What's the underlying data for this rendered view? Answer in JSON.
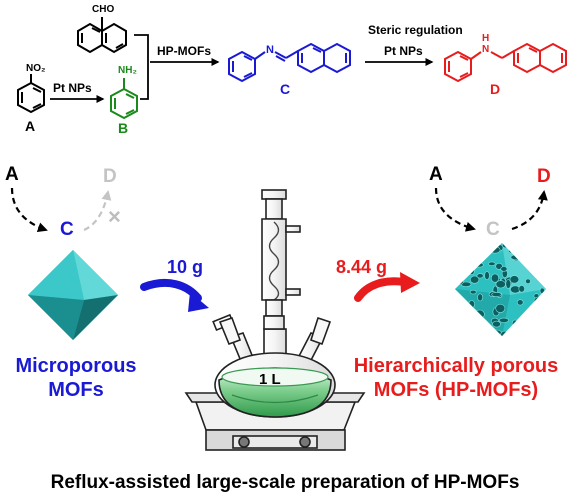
{
  "colors": {
    "blue": "#1a1ad4",
    "green": "#1a8a1a",
    "red": "#e81c1c",
    "gray": "#c4c4c4",
    "teal": "#27b8b8",
    "flask_green": "#4db86a"
  },
  "reaction": {
    "label_a": "A",
    "label_b": "B",
    "label_c": "C",
    "label_d": "D",
    "group_no2": "NO₂",
    "group_nh2": "NH₂",
    "group_cho": "CHO",
    "group_nh": "H\nN",
    "group_n": "N",
    "step1_catalyst": "Pt NPs",
    "step2_catalyst": "HP-MOFs",
    "step3_line1": "Steric regulation",
    "step3_line2": "Pt NPs"
  },
  "left_panel": {
    "label_a": "A",
    "label_c": "C",
    "label_d": "D",
    "cross": "×",
    "mass": "10 g",
    "title_line1": "Microporous",
    "title_line2": "MOFs"
  },
  "right_panel": {
    "label_a": "A",
    "label_c": "C",
    "label_d": "D",
    "mass": "8.44 g",
    "title_line1": "Hierarchically porous",
    "title_line2": "MOFs (HP-MOFs)"
  },
  "flask": {
    "volume": "1 L"
  },
  "caption": "Reflux-assisted large-scale preparation of HP-MOFs"
}
